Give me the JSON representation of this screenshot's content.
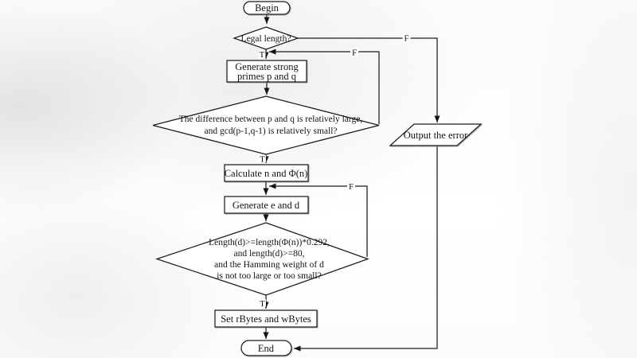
{
  "flowchart": {
    "nodes": {
      "begin": "Begin",
      "legal_length": "Legal length?",
      "generate_primes_line1": "Generate strong",
      "generate_primes_line2": "primes p and q",
      "prime_check_line1": "The difference between p and q is relatively large,",
      "prime_check_line2": "and gcd(p-1,q-1) is relatively small?",
      "calculate": "Calculate n and Φ(n)",
      "generate_ed": "Generate e and d",
      "d_check_line1": "Length(d)>=length(Φ(n))*0.292,",
      "d_check_line2": "and length(d)>=80,",
      "d_check_line3": "and the Hamming weight of d",
      "d_check_line4": "is not too large or too small?",
      "set_bytes": "Set rBytes and wBytes",
      "output_error": "Output the error",
      "end": "End"
    },
    "edge_labels": {
      "legal_T": "T",
      "legal_F": "F",
      "prime_T": "T",
      "prime_F": "F",
      "d_T": "T",
      "d_F": "F"
    },
    "colors": {
      "line": "#1c1c1c",
      "node_fill": "#ffffff",
      "text": "#141414"
    }
  }
}
